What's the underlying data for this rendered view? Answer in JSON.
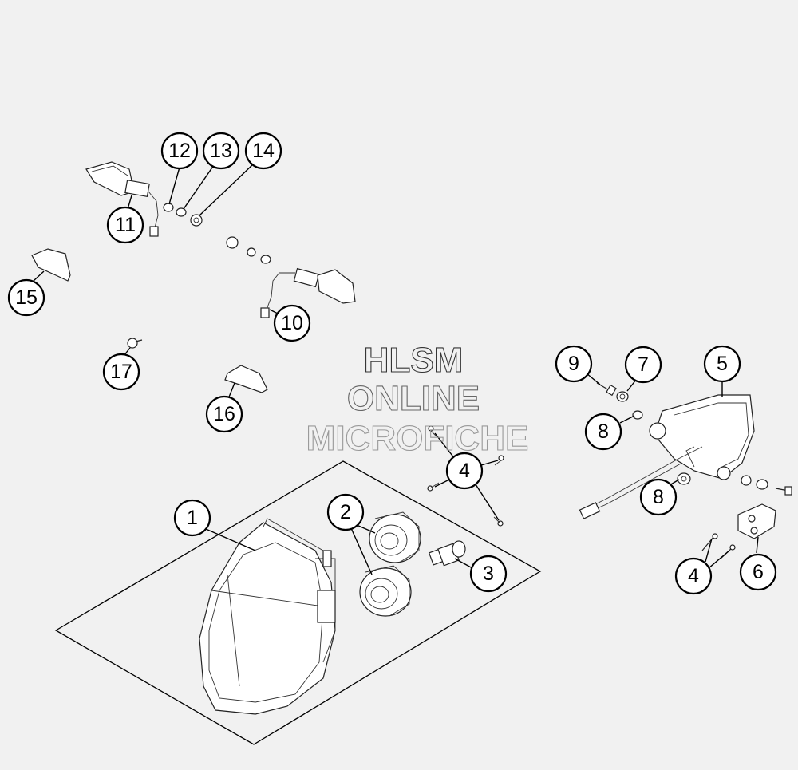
{
  "watermark": {
    "line1": "HLSM",
    "line2": "ONLINE",
    "line3": "MICROFICHE"
  },
  "callouts": [
    {
      "id": "c1",
      "label": "1"
    },
    {
      "id": "c2",
      "label": "2"
    },
    {
      "id": "c3",
      "label": "3"
    },
    {
      "id": "c4a",
      "label": "4"
    },
    {
      "id": "c4b",
      "label": "4"
    },
    {
      "id": "c5",
      "label": "5"
    },
    {
      "id": "c6",
      "label": "6"
    },
    {
      "id": "c7",
      "label": "7"
    },
    {
      "id": "c8a",
      "label": "8"
    },
    {
      "id": "c8b",
      "label": "8"
    },
    {
      "id": "c9",
      "label": "9"
    },
    {
      "id": "c10",
      "label": "10"
    },
    {
      "id": "c11",
      "label": "11"
    },
    {
      "id": "c12",
      "label": "12"
    },
    {
      "id": "c13",
      "label": "13"
    },
    {
      "id": "c14",
      "label": "14"
    },
    {
      "id": "c15",
      "label": "15"
    },
    {
      "id": "c16",
      "label": "16"
    },
    {
      "id": "c17",
      "label": "17"
    }
  ],
  "colors": {
    "background": "#f1f1f1",
    "line": "#000000",
    "watermark": "#555555"
  }
}
